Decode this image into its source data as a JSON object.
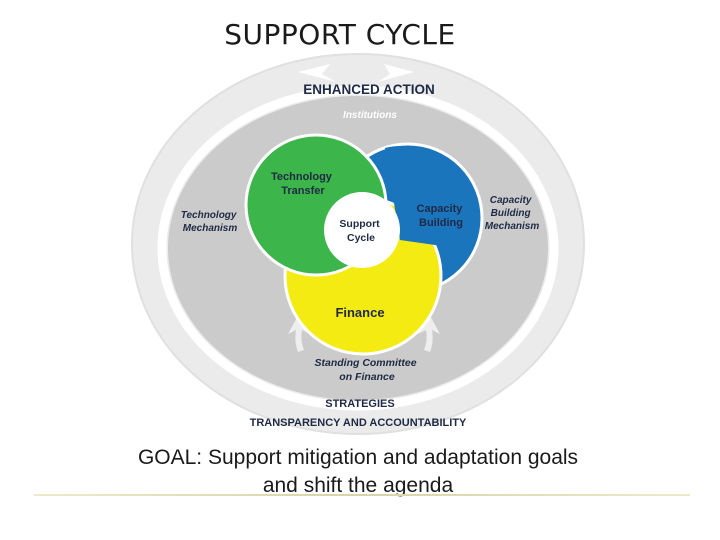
{
  "slide": {
    "title": "SUPPORT CYCLE",
    "goal_line1": "GOAL: Support mitigation and adaptation goals",
    "goal_line2": "and shift the agenda"
  },
  "diagram": {
    "top_label": "ENHANCED ACTION",
    "institutions": "Institutions",
    "left_mechanism": [
      "Technology",
      "Mechanism"
    ],
    "right_mechanism": [
      "Capacity",
      "Building",
      "Mechanism"
    ],
    "technology_circle": [
      "Technology",
      "Transfer"
    ],
    "capacity_circle": [
      "Capacity",
      "Building"
    ],
    "finance_circle": "Finance",
    "center": [
      "Support",
      "Cycle"
    ],
    "standing_committee": [
      "Standing Committee",
      "on Finance"
    ],
    "strategies": "STRATEGIES",
    "bottom_label": "TRANSPARENCY AND ACCOUNTABILITY",
    "colors": {
      "ring_outer": "#e6e6e6",
      "ring_inner": "#c9c9c9",
      "technology": "#3cb54a",
      "capacity": "#1b75bc",
      "finance": "#f4eb13",
      "label_dark": "#1f2a44"
    }
  }
}
